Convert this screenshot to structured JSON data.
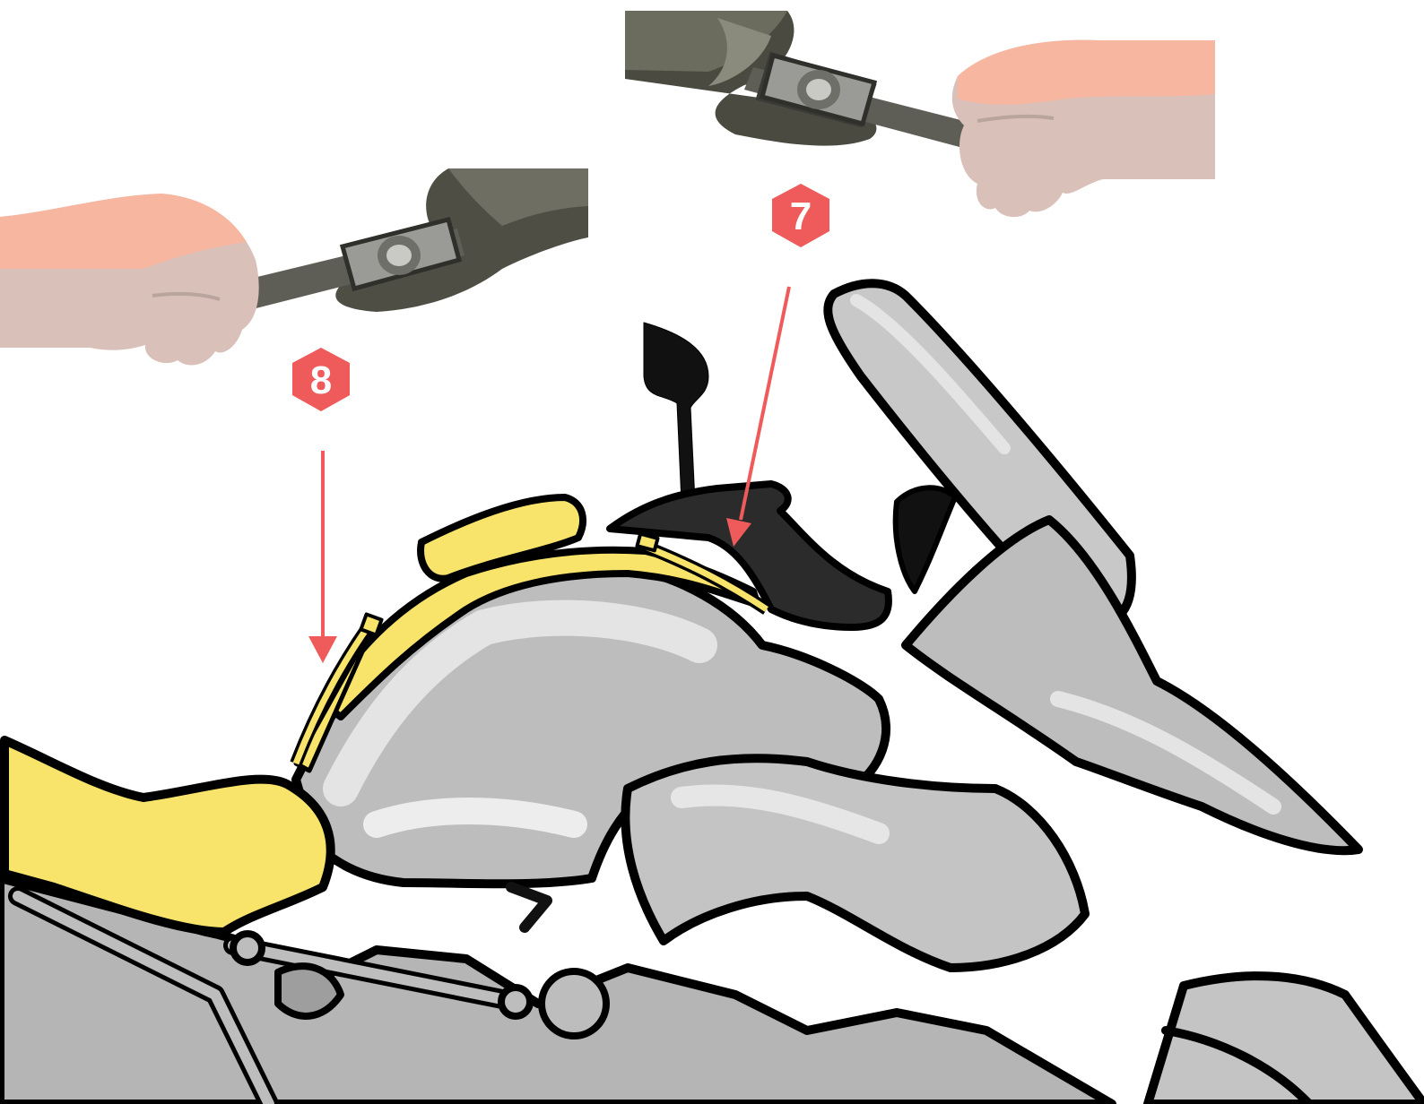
{
  "steps": [
    {
      "number": "7",
      "marker_color": "#EF5B5B"
    },
    {
      "number": "8",
      "marker_color": "#EF5B5B"
    }
  ],
  "colors": {
    "bag_yellow": "#F8E46B",
    "tank_grey": "#BDBDBD",
    "tank_light": "#E4E4E4",
    "outline": "#000000",
    "strap_dark": "#5A5A52",
    "skin": "#F7B6A0",
    "skin_shadow": "#D9C1BA",
    "arrow": "#EF5B5B"
  },
  "icons": [
    "hand-pulling-strap",
    "strap-buckle",
    "motorcycle-fuel-tank",
    "tank-bag"
  ]
}
